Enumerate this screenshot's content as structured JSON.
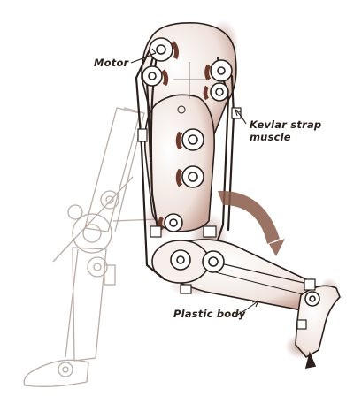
{
  "diagram": {
    "labels": {
      "motor": "Motor",
      "strap_line1": "Kevlar strap",
      "strap_line2": "muscle",
      "body": "Plastic body"
    },
    "colors": {
      "ink": "#2a1f1a",
      "sepia_shadow": "#8a4a3a",
      "ghost_leg": "#b9aca5",
      "paper": "#ffffff",
      "body_fill": "#f4ece8"
    }
  }
}
